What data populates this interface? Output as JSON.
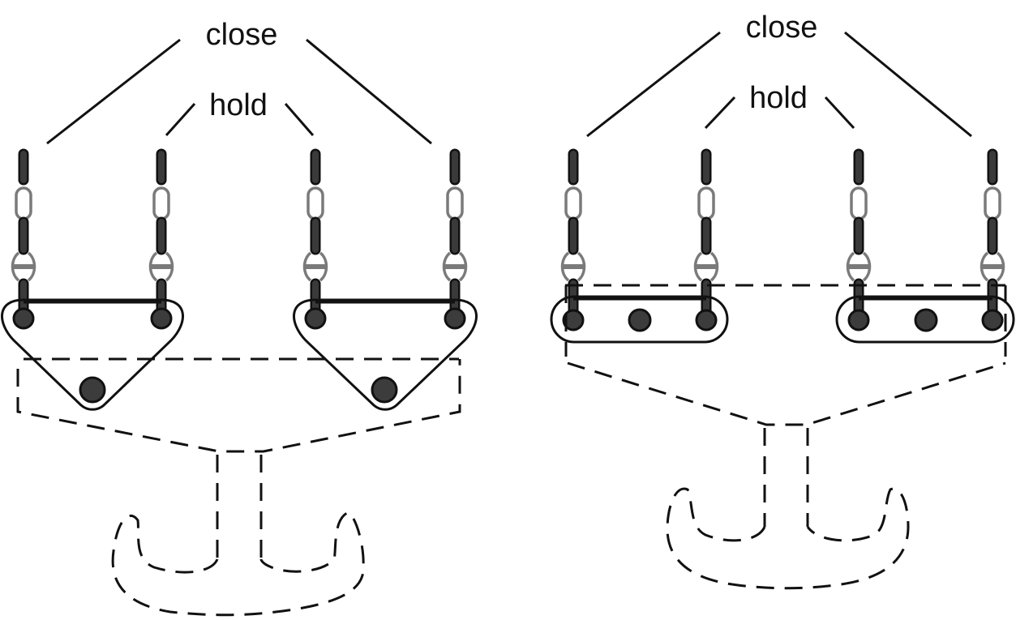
{
  "diagram": {
    "colors": {
      "ink": "#111111",
      "chain_dark": "#3a3a3a",
      "chain_light": "#7a7a7a",
      "pin": "#3c3c3c"
    },
    "left": {
      "close_label": "close",
      "hold_label": "hold"
    },
    "right": {
      "close_label": "close",
      "hold_label": "hold"
    }
  }
}
